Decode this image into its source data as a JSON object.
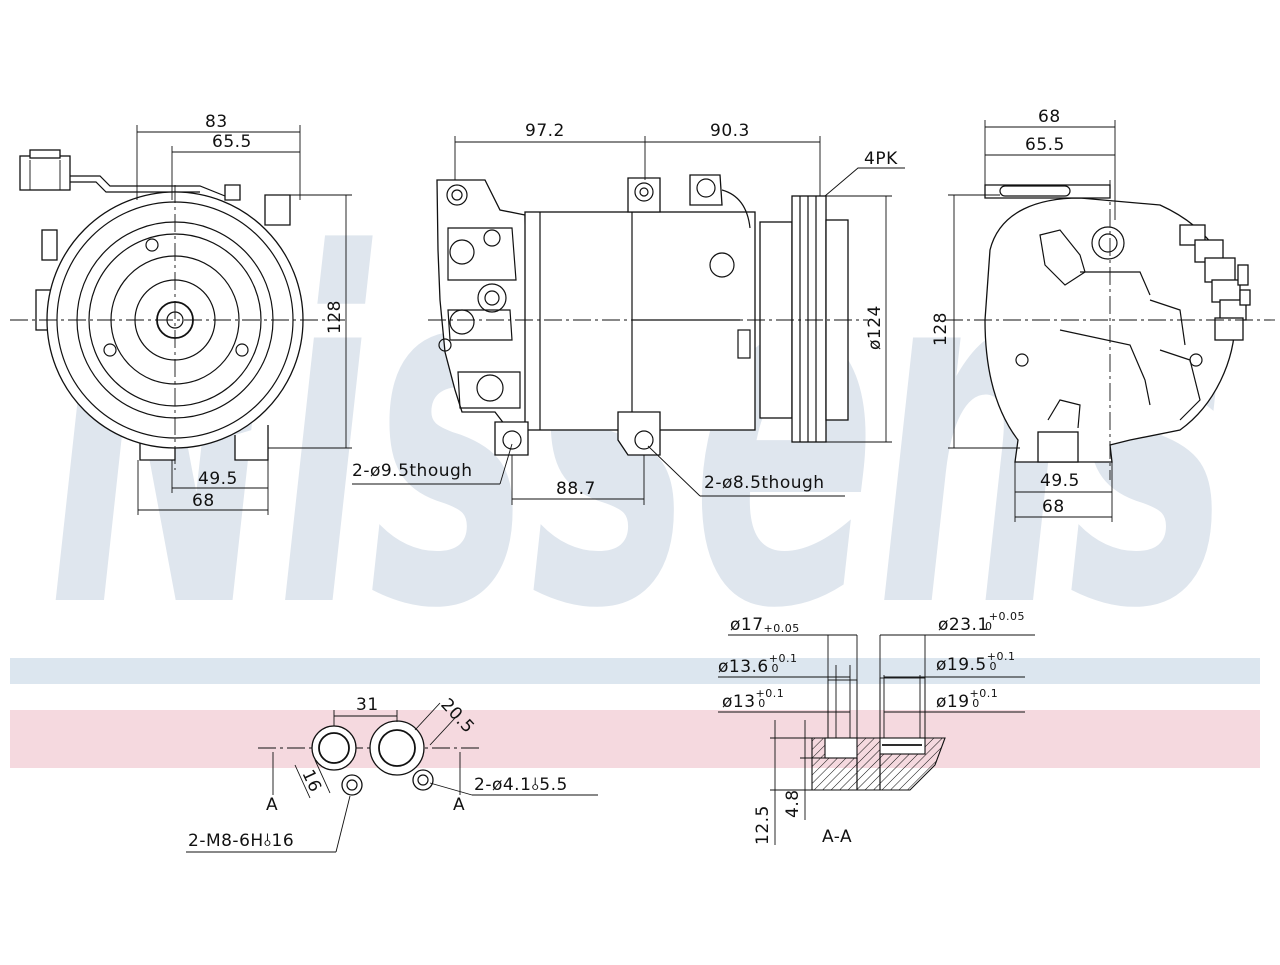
{
  "colors": {
    "watermark": "#dfe6ee",
    "band_blue": "#dce6ef",
    "band_pink": "#f5d9df",
    "line": "#111111"
  },
  "watermark": {
    "text": "Nissens"
  },
  "front_view": {
    "width_top": "83",
    "width_top_inner": "65.5",
    "height": "128",
    "width_bottom_inner": "49.5",
    "width_bottom": "68"
  },
  "side_view": {
    "length_left": "97.2",
    "length_right": "90.3",
    "pulley": "4PK",
    "pulley_dia": "ø124",
    "hole_left": "2-ø9.5though",
    "hole_spacing": "88.7",
    "hole_right": "2-ø8.5though"
  },
  "rear_view": {
    "width_top": "68",
    "width_top_inner": "65.5",
    "height": "128",
    "width_bottom_inner": "49.5",
    "width_bottom": "68"
  },
  "port_detail": {
    "spacing": "31",
    "port_size": "20.5",
    "offset": "16",
    "section_left": "A",
    "section_right": "A",
    "hole_spec": "2-ø4.1⫰5.5",
    "thread_spec": "2-M8-6H⫰16"
  },
  "section_aa": {
    "d1_main": "ø17",
    "d1_tol": "+0.05",
    "d2_main": "ø23.1",
    "d2_tol_up": "+0.05",
    "d2_tol_low": "0",
    "d3_main": "ø13.6",
    "d3_tol_up": "+0.1",
    "d3_tol_low": "0",
    "d4_main": "ø19.5",
    "d4_tol_up": "+0.1",
    "d4_tol_low": "0",
    "d5_main": "ø13",
    "d5_tol_up": "+0.1",
    "d5_tol_low": "0",
    "d6_main": "ø19",
    "d6_tol_up": "+0.1",
    "d6_tol_low": "0",
    "depth_a": "12.5",
    "depth_b": "4.8",
    "label": "A-A"
  }
}
